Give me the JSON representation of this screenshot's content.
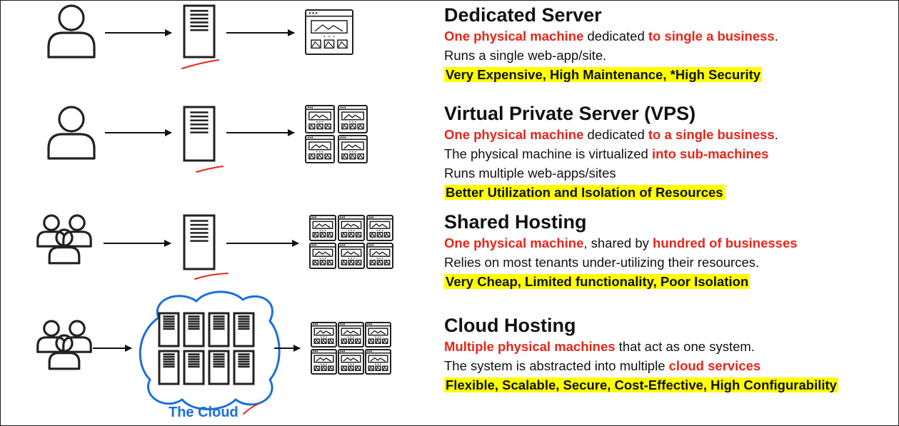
{
  "sections": [
    {
      "title": "Dedicated Server",
      "lines": [
        [
          {
            "t": "One physical machine",
            "red": true
          },
          {
            "t": " dedicated "
          },
          {
            "t": "to single a business",
            "red": true
          },
          {
            "t": "."
          }
        ],
        [
          {
            "t": "Runs a single web-app/site."
          }
        ]
      ],
      "highlight": "Very Expensive, High Maintenance, *High Security"
    },
    {
      "title": "Virtual Private Server (VPS)",
      "lines": [
        [
          {
            "t": "One physical machine",
            "red": true
          },
          {
            "t": " dedicated "
          },
          {
            "t": "to a single business",
            "red": true
          },
          {
            "t": "."
          }
        ],
        [
          {
            "t": "The physical machine is virtualized "
          },
          {
            "t": "into sub-machines",
            "red": true
          }
        ],
        [
          {
            "t": "Runs multiple web-apps/sites"
          }
        ]
      ],
      "highlight": "Better Utilization and Isolation of Resources"
    },
    {
      "title": "Shared Hosting",
      "lines": [
        [
          {
            "t": "One physical machine",
            "red": true
          },
          {
            "t": ", shared by "
          },
          {
            "t": "hundred of businesses",
            "red": true
          }
        ],
        [
          {
            "t": "Relies on most tenants under-utilizing their resources."
          }
        ]
      ],
      "highlight": "Very Cheap, Limited functionality, Poor Isolation"
    },
    {
      "title": "Cloud Hosting",
      "lines": [
        [
          {
            "t": "Multiple physical machines",
            "red": true
          },
          {
            "t": " that act as one system."
          }
        ],
        [
          {
            "t": "The system is abstracted into multiple "
          },
          {
            "t": "cloud services",
            "red": true
          }
        ]
      ],
      "highlight": "Flexible, Scalable, Secure, Cost-Effective, High Configurability"
    }
  ],
  "cloud_label": "The Cloud",
  "colors": {
    "accent_red": "#e8251a",
    "highlight": "#ffff00",
    "cloud_blue": "#1a6fe0",
    "ink": "#222222"
  }
}
